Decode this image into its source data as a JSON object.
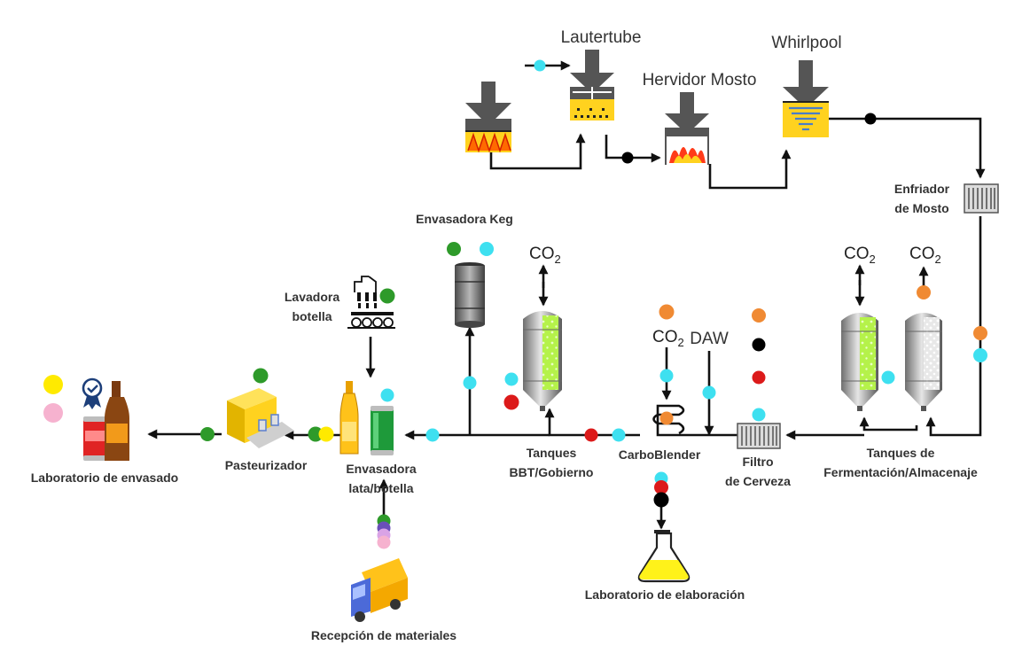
{
  "labels": {
    "lautertube": "Lautertube",
    "hervidor": "Hervidor Mosto",
    "whirlpool": "Whirlpool",
    "enfriador_1": "Enfriador",
    "enfriador_2": "de Mosto",
    "keg": "Envasadora Keg",
    "lavadora_1": "Lavadora",
    "lavadora_2": "botella",
    "tanques_bbt_1": "Tanques",
    "tanques_bbt_2": "BBT/Gobierno",
    "carboblender": "CarboBlender",
    "filtro_1": "Filtro",
    "filtro_2": "de Cerveza",
    "tanques_ferm_1": "Tanques de",
    "tanques_ferm_2": "Fermentación/Almacenaje",
    "envasadora_1": "Envasadora",
    "envasadora_2": "lata/botella",
    "pasteurizador": "Pasteurizador",
    "lab_envasado": "Laboratorio de envasado",
    "lab_elaboracion": "Laboratorio de elaboración",
    "recepcion": "Recepción de materiales",
    "daw": "DAW",
    "co2": "CO",
    "co2_sub": "2"
  },
  "colors": {
    "cyan": "#3ee0f0",
    "black": "#000000",
    "orange": "#f08a33",
    "red": "#dc1a1a",
    "green": "#2e9a2a",
    "yellow": "#ffea00",
    "pink": "#f6b2cf",
    "purple": "#6a4fb8",
    "tank_green": "#b5f24a",
    "vessel_grey": "#555555",
    "vessel_yellow": "#ffd21f"
  }
}
